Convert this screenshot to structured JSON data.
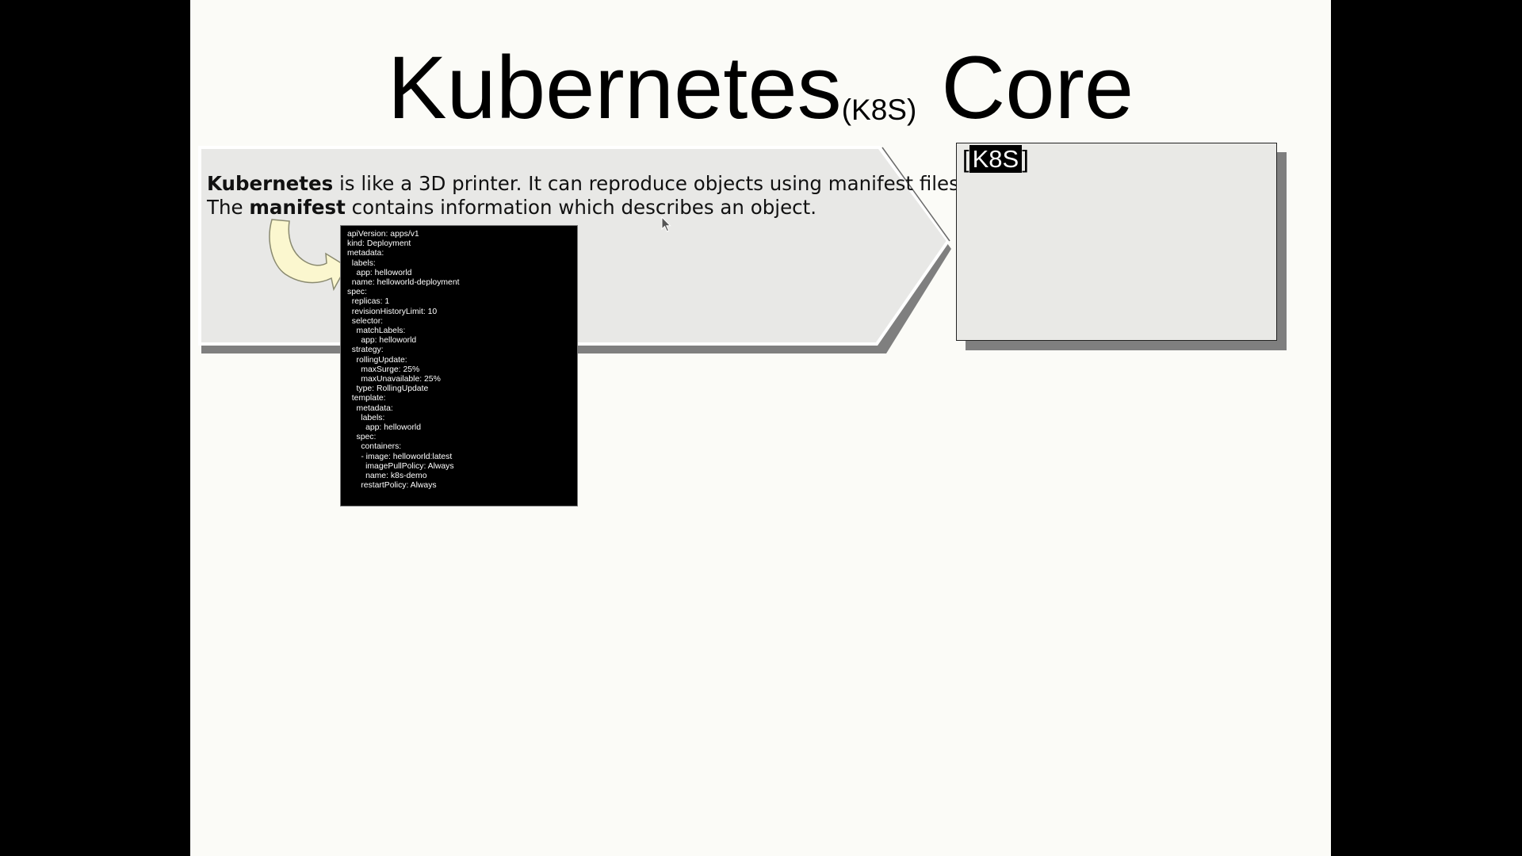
{
  "slide": {
    "title": "Kubernetes",
    "title_subscript": "(K8S)",
    "title_suffix": "Core"
  },
  "intro": {
    "line1_bold": "Kubernetes",
    "line1_rest": " is like a 3D printer. It can reproduce objects using manifest files.",
    "line2_start": "The ",
    "line2_bold": "manifest",
    "line2_rest": " contains information which describes an object."
  },
  "manifest": {
    "yaml": "apiVersion: apps/v1\nkind: Deployment\nmetadata:\n  labels:\n    app: helloworld\n  name: helloworld-deployment\nspec:\n  replicas: 1\n  revisionHistoryLimit: 10\n  selector:\n    matchLabels:\n      app: helloworld\n  strategy:\n    rollingUpdate:\n      maxSurge: 25%\n      maxUnavailable: 25%\n    type: RollingUpdate\n  template:\n    metadata:\n      labels:\n        app: helloworld\n    spec:\n      containers:\n      - image: helloworld:latest\n        imagePullPolicy: Always\n        name: k8s-demo\n      restartPolicy: Always"
  },
  "k8s_box": {
    "bracket_open": "[",
    "label": "K8S",
    "bracket_close": "]"
  },
  "colors": {
    "slide_background": "#fbfbf7",
    "frame_background": "#000000",
    "arrow_fill": "#e8e8e6",
    "arrow_shadow": "#7f7f7f",
    "curved_arrow_fill": "#fbf7cf",
    "manifest_background": "#000000",
    "manifest_text": "#ffffff"
  },
  "icons": {
    "process_arrow": "chevron-arrow-shape",
    "curved_arrow": "curved-arrow-icon",
    "pointer": "mouse-cursor-icon"
  }
}
